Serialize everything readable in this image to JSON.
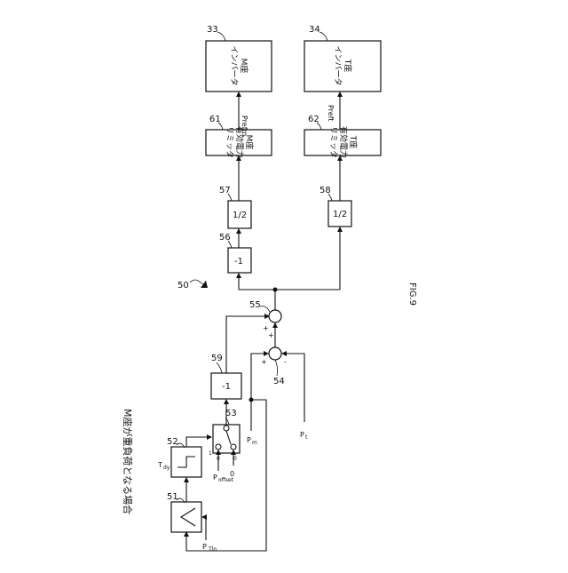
{
  "figure": {
    "label": "FIG.9",
    "title": "M座が重負荷となる場合",
    "ref_system": "50"
  },
  "blocks": {
    "b51": {
      "ref": "51",
      "symbol": ">",
      "input": "P",
      "input_sub": "Tlo"
    },
    "b52": {
      "ref": "52",
      "label": "T",
      "label_sub": "dy"
    },
    "b53": {
      "ref": "53",
      "label_one": "1",
      "label_zero_a": "0",
      "label_zero_b": "0",
      "offset": "P",
      "offset_sub": "offset",
      "zero_in": "0"
    },
    "b59": {
      "ref": "59",
      "label": "-1"
    },
    "b54": {
      "ref": "54",
      "plus": "+",
      "minus": "-"
    },
    "b55": {
      "ref": "55",
      "plus_a": "+",
      "plus_b": "+"
    },
    "b56": {
      "ref": "56",
      "label": "-1"
    },
    "b57": {
      "ref": "57",
      "label": "1/2"
    },
    "b58": {
      "ref": "58",
      "label": "1/2"
    },
    "b61": {
      "ref": "61",
      "line1": "M座",
      "line2": "有効電力",
      "line3": "リミッタ",
      "out": "Prefm"
    },
    "b62": {
      "ref": "62",
      "line1": "T座",
      "line2": "有効電力",
      "line3": "リミッタ",
      "out": "Preft"
    },
    "b33": {
      "ref": "33",
      "line1": "M座",
      "line2": "インバータ"
    },
    "b34": {
      "ref": "34",
      "line1": "T座",
      "line2": "インバータ"
    }
  },
  "signals": {
    "pm": "P",
    "pm_sub": "m",
    "pt": "P",
    "pt_sub": "t"
  }
}
